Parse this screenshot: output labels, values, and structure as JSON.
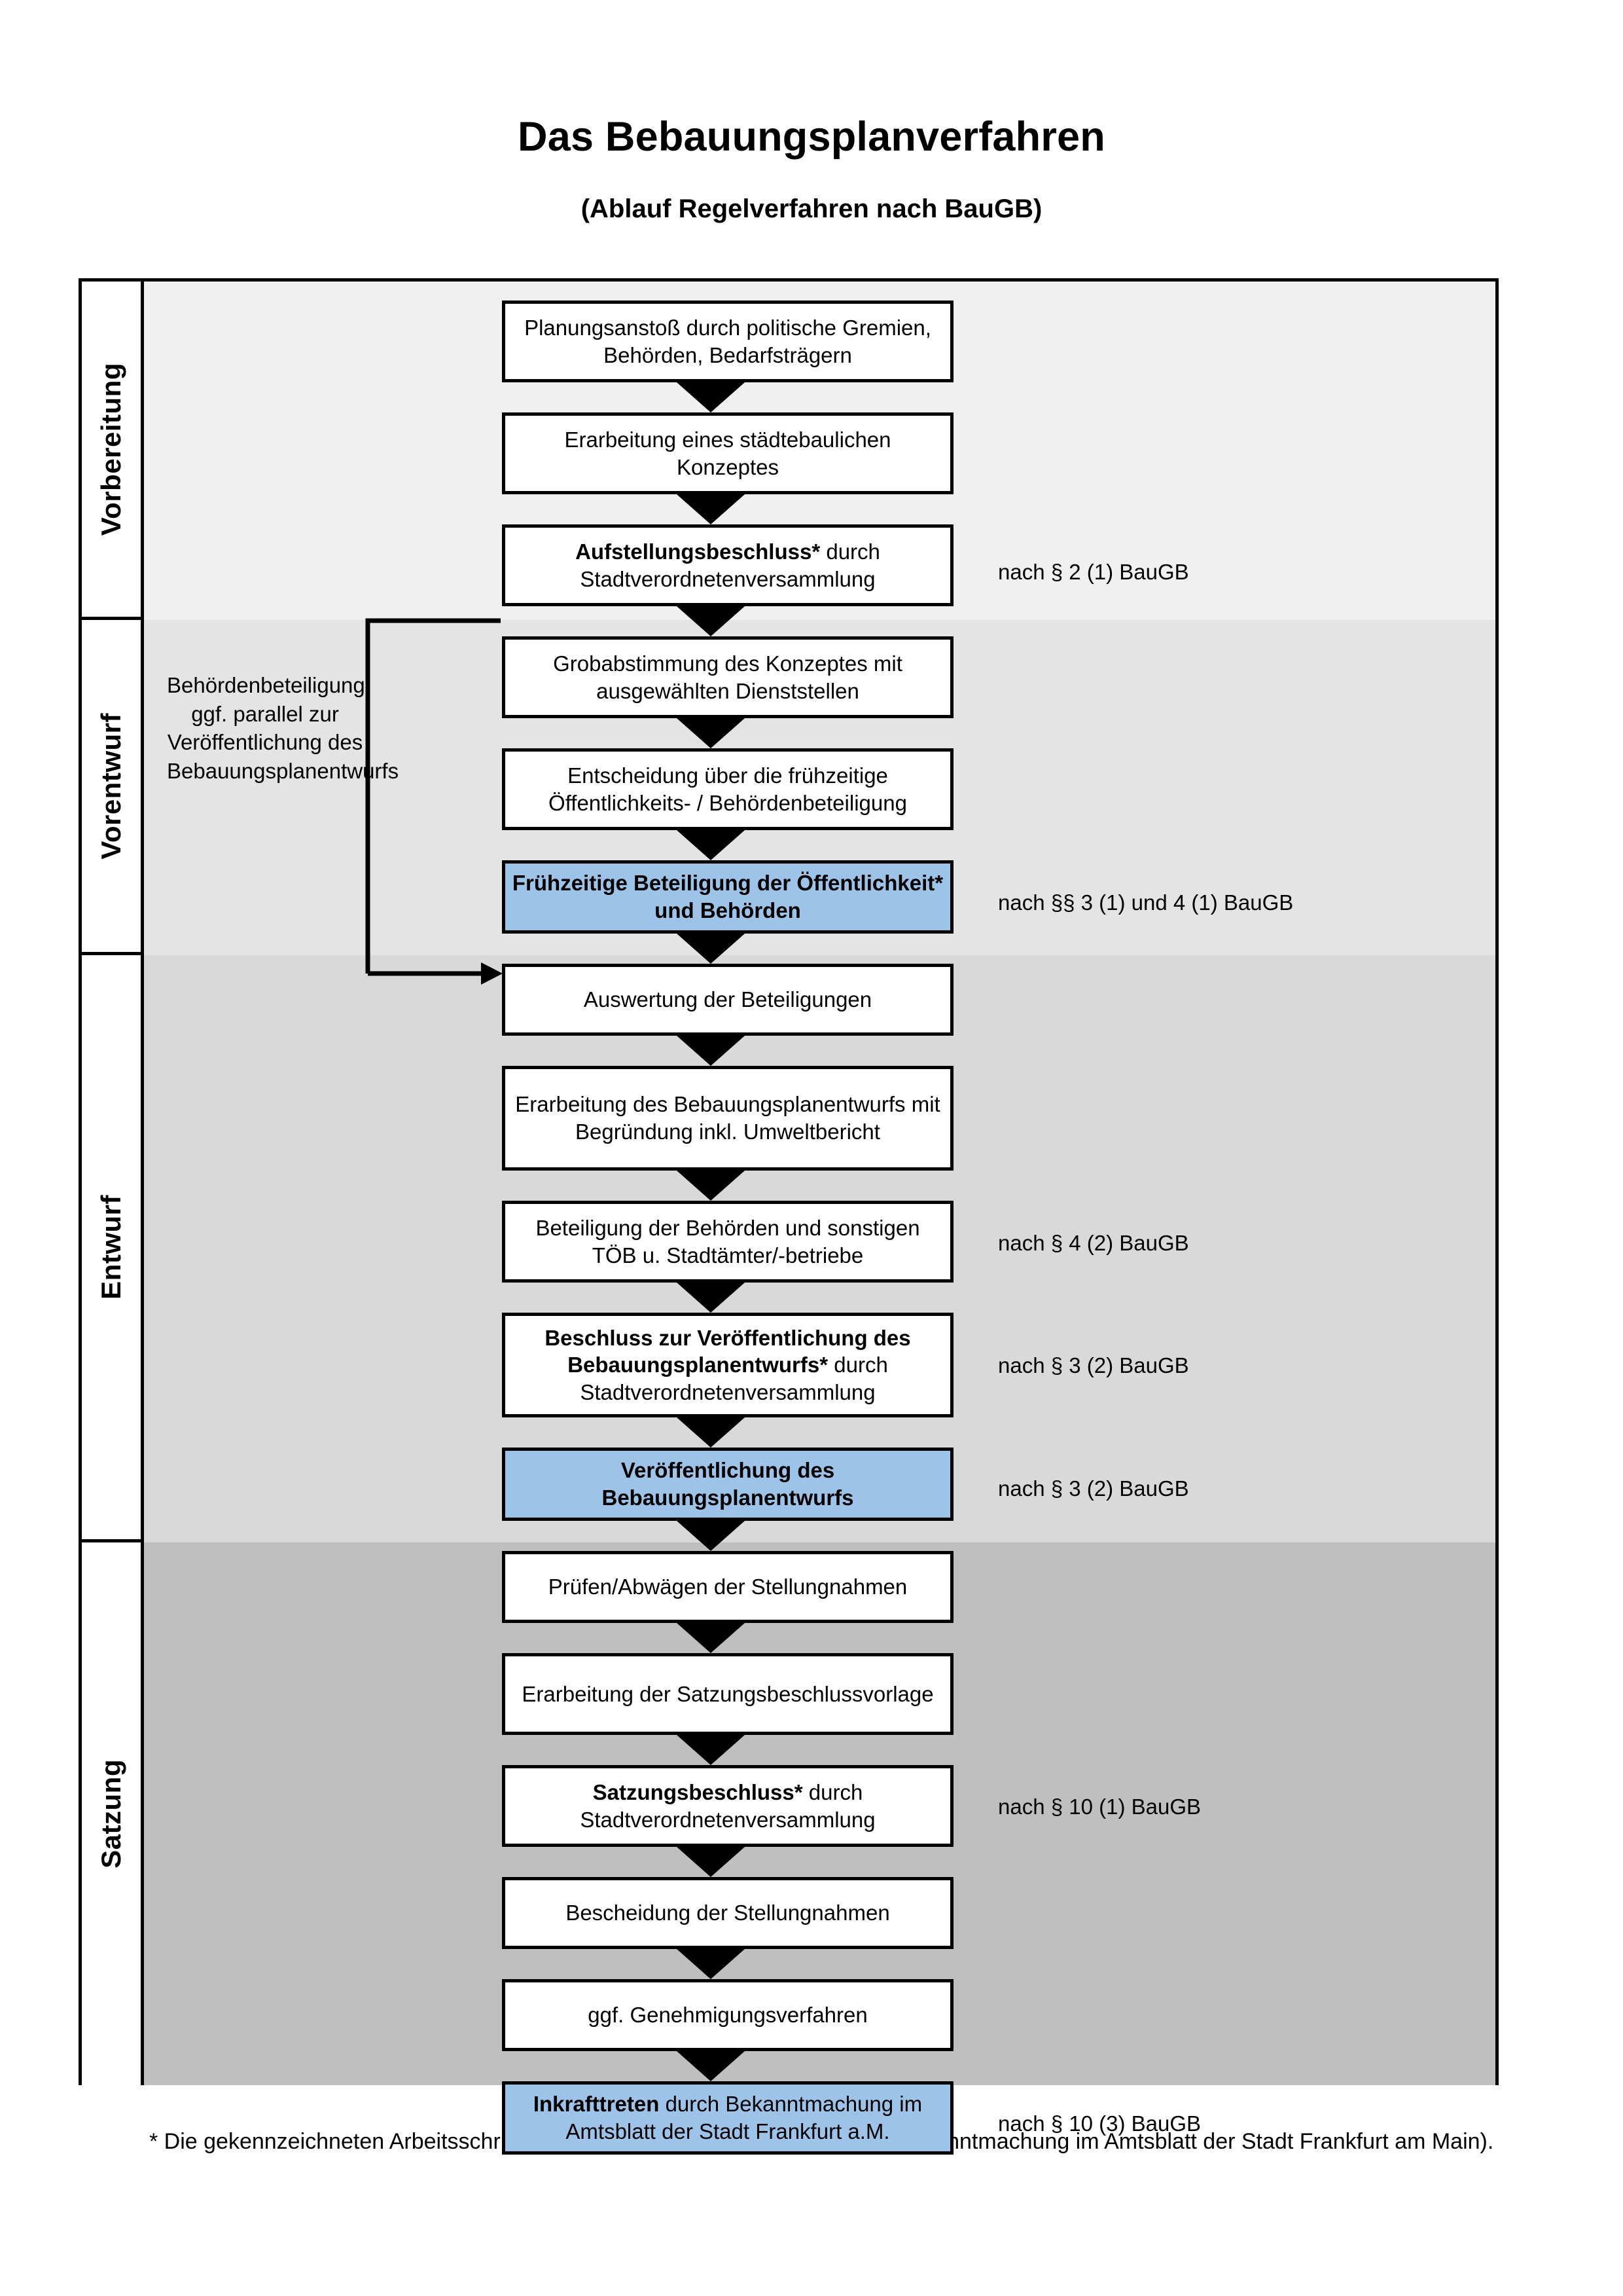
{
  "header": {
    "title": "Das Bebauungsplanverfahren",
    "subtitle": "(Ablauf Regelverfahren nach BauGB)"
  },
  "phases": [
    {
      "label": "Vorbereitung",
      "bg": "#F0F0F0"
    },
    {
      "label": "Vorentwurf",
      "bg": "#E4E4E4"
    },
    {
      "label": "Entwurf",
      "bg": "#D9D9D9"
    },
    {
      "label": "Satzung",
      "bg": "#BFBFBF"
    }
  ],
  "steps": {
    "s1": {
      "text": "Planungsanstoß durch politische Gremien, Behörden, Bedarfsträgern",
      "highlight": false
    },
    "s2": {
      "text": "Erarbeitung eines städtebaulichen Konzeptes",
      "highlight": false
    },
    "s3a": {
      "text": "Aufstellungsbeschluss*",
      "s3b": " durch Stadtverordnetenversammlung",
      "highlight": false
    },
    "s4": {
      "text": "Grobabstimmung des Konzeptes mit ausgewählten Dienststellen",
      "highlight": false
    },
    "s5": {
      "text": "Entscheidung über die frühzeitige Öffentlichkeits- / Behördenbeteiligung",
      "highlight": false
    },
    "s6": {
      "text": "Frühzeitige Beteiligung der Öffentlichkeit* und Behörden",
      "highlight": true
    },
    "s7": {
      "text": "Auswertung der Beteiligungen",
      "highlight": false
    },
    "s8": {
      "text": "Erarbeitung des Bebauungsplanentwurfs mit Begründung inkl. Umweltbericht",
      "highlight": false
    },
    "s9": {
      "text": "Beteiligung der Behörden und sonstigen TÖB u. Stadtämter/-betriebe",
      "highlight": false
    },
    "s10a": {
      "text": "Beschluss zur Veröffentlichung des Bebauungsplanentwurfs*",
      "s10b": " durch Stadtverordnetenversammlung",
      "highlight": false
    },
    "s11": {
      "text": "Veröffentlichung des Bebauungsplanentwurfs",
      "highlight": true
    },
    "s12": {
      "text": "Prüfen/Abwägen der Stellungnahmen",
      "highlight": false
    },
    "s13": {
      "text": "Erarbeitung der Satzungsbeschlussvorlage",
      "highlight": false
    },
    "s14a": {
      "text": "Satzungsbeschluss*",
      "s14b": " durch Stadtverordnetenversammlung",
      "highlight": false
    },
    "s15": {
      "text": "Bescheidung der Stellungnahmen",
      "highlight": false
    },
    "s16": {
      "text": "ggf. Genehmigungsverfahren",
      "highlight": false
    },
    "s17a": {
      "text": "Inkrafttreten",
      "s17b": " durch Bekanntmachung im Amtsblatt der Stadt Frankfurt a.M.",
      "highlight": true
    }
  },
  "legal_notes": {
    "n1": "nach § 2 (1) BauGB",
    "n2": "nach §§ 3 (1) und 4 (1) BauGB",
    "n3": "nach § 4 (2) BauGB",
    "n4": "nach § 3 (2) BauGB",
    "n5": "nach § 3 (2) BauGB",
    "n6": "nach § 10 (1) BauGB",
    "n7": "nach § 10 (3) BauGB"
  },
  "side_note": {
    "line1": "Behördenbeteiligung",
    "line2": "ggf. parallel zur",
    "line3": "Veröffentlichung des",
    "line4": "Bebauungsplanentwurfs"
  },
  "footnote": {
    "text": "* Die gekennzeichneten Arbeitsschritte werden ortsüblich bekanntgegeben (Bekanntmachung im Amtsblatt  der Stadt Frankfurt am Main)."
  },
  "colors": {
    "highlight_blue": "#9DC3E8",
    "border_black": "#000000",
    "band1": "#F0F0F0",
    "band2": "#E4E4E4",
    "band3": "#D9D9D9",
    "band4": "#BFBFBF"
  }
}
